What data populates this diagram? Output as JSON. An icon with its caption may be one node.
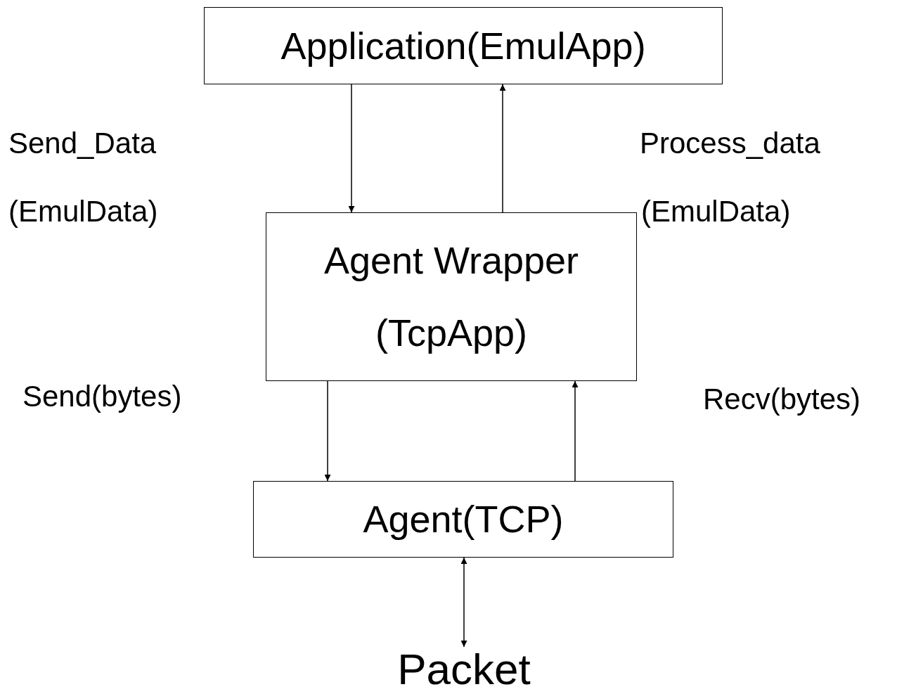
{
  "diagram": {
    "nodes": [
      {
        "text": [
          "Application(EmulApp)"
        ]
      },
      {
        "text": [
          "Agent Wrapper (TcpApp)"
        ]
      },
      {
        "text": [
          "Agent(TCP)"
        ]
      },
      {
        "text": [
          "Packet"
        ]
      }
    ],
    "edges": [
      {
        "from": 0,
        "to": 1,
        "arrow": "to"
      },
      {
        "from": 1,
        "to": 0,
        "arrow": "to"
      },
      {
        "from": 1,
        "to": 2,
        "arrow": "to"
      },
      {
        "from": 2,
        "to": 1,
        "arrow": "to"
      },
      {
        "from": 2,
        "to": 3,
        "arrow": "both"
      }
    ],
    "labels": [
      "Send_Data",
      "(EmulData)",
      "Process_data",
      "(EmulData)",
      "Send(bytes)",
      "Recv(bytes)"
    ]
  }
}
